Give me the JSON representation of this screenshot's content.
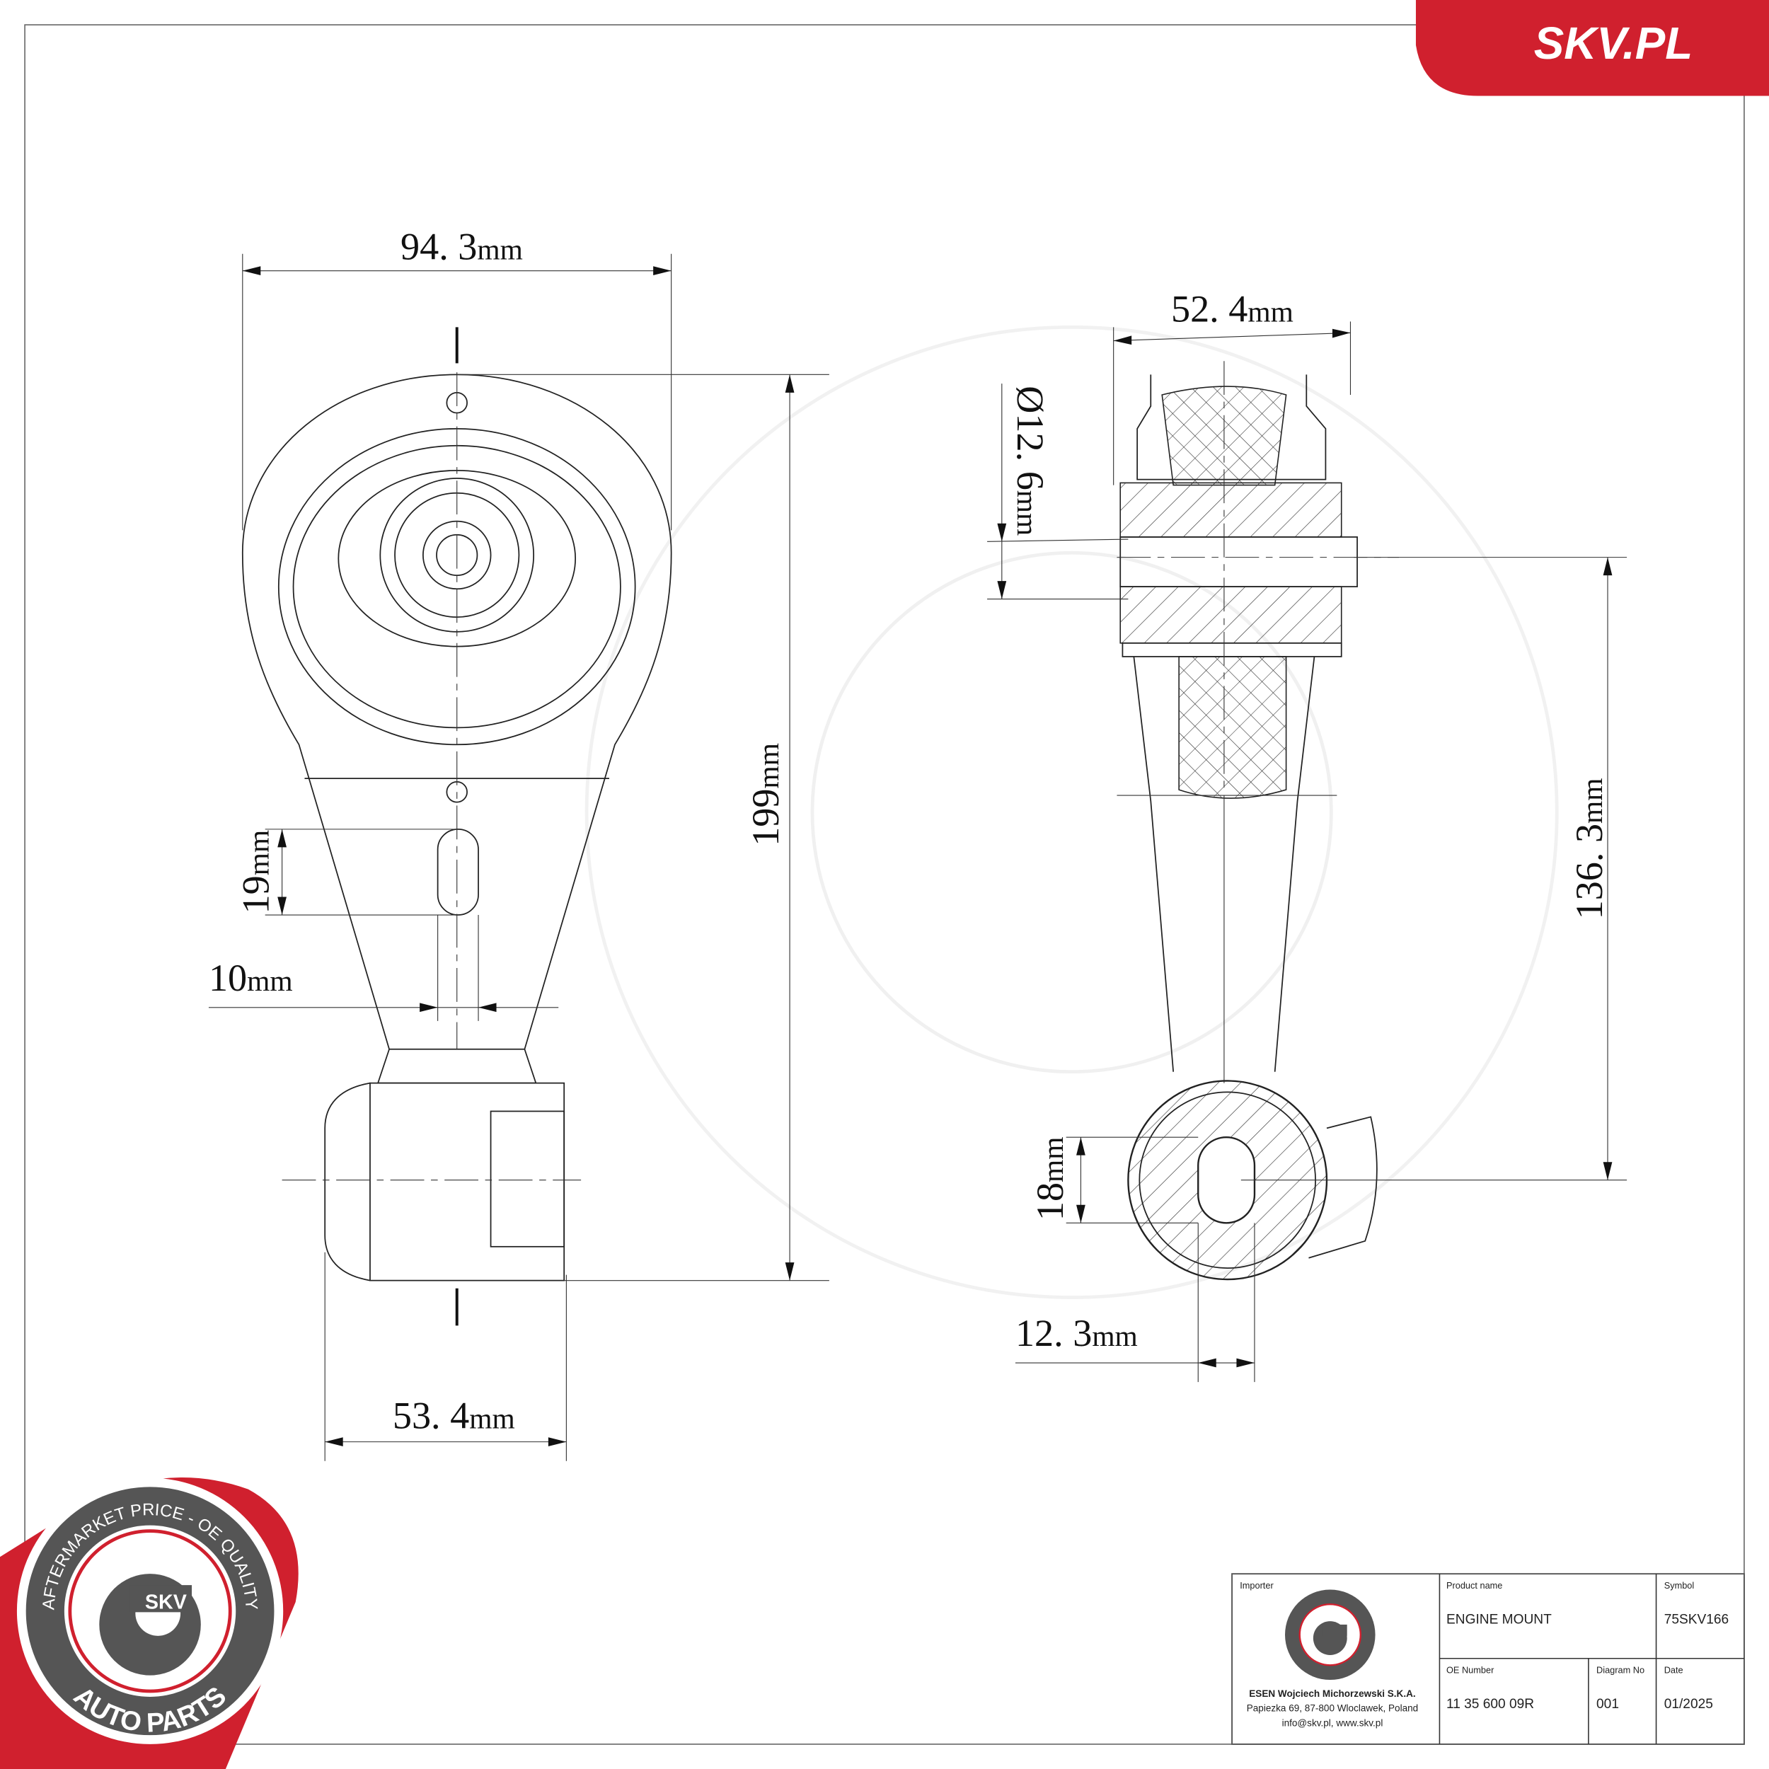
{
  "brand": {
    "banner_text": "SKV.PL",
    "color_red": "#d0202e",
    "color_gray": "#555555"
  },
  "seal": {
    "top_text": "AFTERMARKET PRICE - OE QUALITY",
    "center_text": "SKV",
    "bottom_text": "AUTO PARTS"
  },
  "dimensions": {
    "front_width": "94. 3",
    "front_height": "199",
    "slot_length": "19",
    "slot_width": "10",
    "bottom_width": "53. 4",
    "side_width": "52. 4",
    "bore_diameter": "Ø12. 6",
    "center_distance": "136. 3",
    "lower_hole_height": "18",
    "lower_hole_offset": "12. 3",
    "unit": "mm"
  },
  "title_block": {
    "importer_label": "Importer",
    "importer_name": "ESEN Wojciech Michorzewski S.K.A.",
    "importer_address": "Papiezka 69, 87-800 Wloclawek, Poland",
    "importer_contact": "info@skv.pl, www.skv.pl",
    "product_name_label": "Product name",
    "product_name": "ENGINE MOUNT",
    "symbol_label": "Symbol",
    "symbol": "75SKV166",
    "oe_number_label": "OE Number",
    "oe_number": "11 35 600 09R",
    "diagram_no_label": "Diagram No",
    "diagram_no": "001",
    "date_label": "Date",
    "date": "01/2025"
  }
}
